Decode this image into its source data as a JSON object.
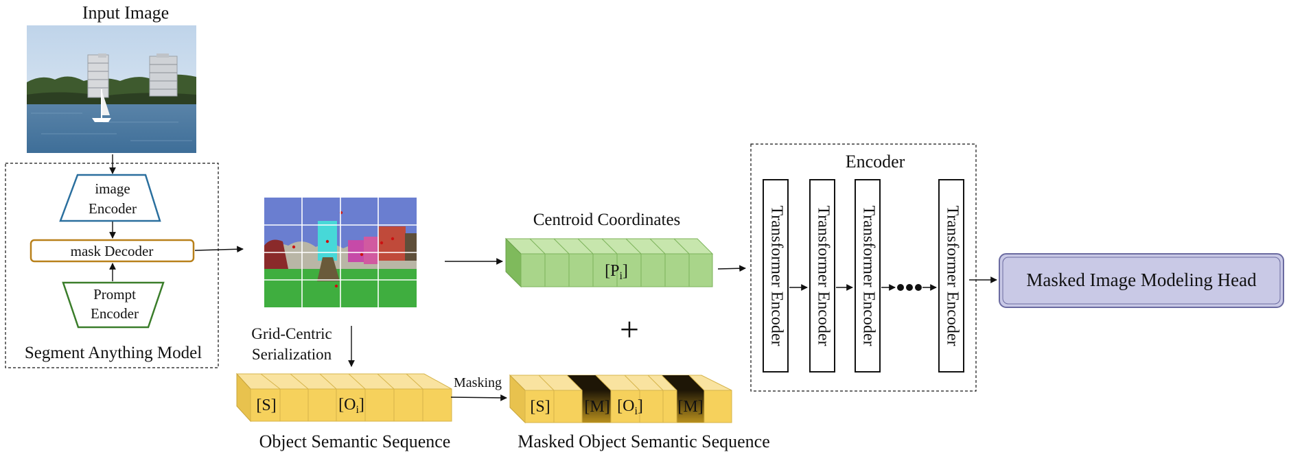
{
  "input_image": {
    "title": "Input Image"
  },
  "sam": {
    "label": "Segment Anything Model",
    "image_encoder": [
      "image",
      "Encoder"
    ],
    "mask_decoder": "mask Decoder",
    "prompt_encoder": [
      "Prompt",
      "Encoder"
    ]
  },
  "serialization": {
    "label": [
      "Grid-Centric",
      "Serialization"
    ]
  },
  "centroid": {
    "title": "Centroid Coordinates",
    "token": "[P",
    "token_sub": "i",
    "token_close": "]"
  },
  "plus": "+",
  "object_seq": {
    "caption": "Object Semantic Sequence",
    "token_s": "[S]",
    "token_o": "[O",
    "token_o_sub": "i",
    "token_close": "]"
  },
  "masking_label": "Masking",
  "masked_seq": {
    "caption": "Masked Object Semantic Sequence",
    "token_s": "[S]",
    "token_m": "[M]",
    "token_o": "[O",
    "token_o_sub": "i",
    "token_close": "]"
  },
  "encoder": {
    "title": "Encoder",
    "blocks": [
      "Transformer Encoder",
      "Transformer Encoder",
      "Transformer Encoder",
      "Transformer Encoder"
    ]
  },
  "head": {
    "label": "Masked Image Modeling Head"
  },
  "colors": {
    "image_encoder_stroke": "#2a6f9e",
    "mask_decoder_stroke": "#b8801a",
    "prompt_encoder_stroke": "#3a7d2a",
    "centroid_front": "#a9d58a",
    "centroid_top": "#c7e6ad",
    "sequence_front": "#f6d15c",
    "sequence_top": "#f9e3a0",
    "mask_dark": "#2a1f0a",
    "head_fill": "#c9c9e6",
    "head_stroke": "#6a6aa0"
  }
}
